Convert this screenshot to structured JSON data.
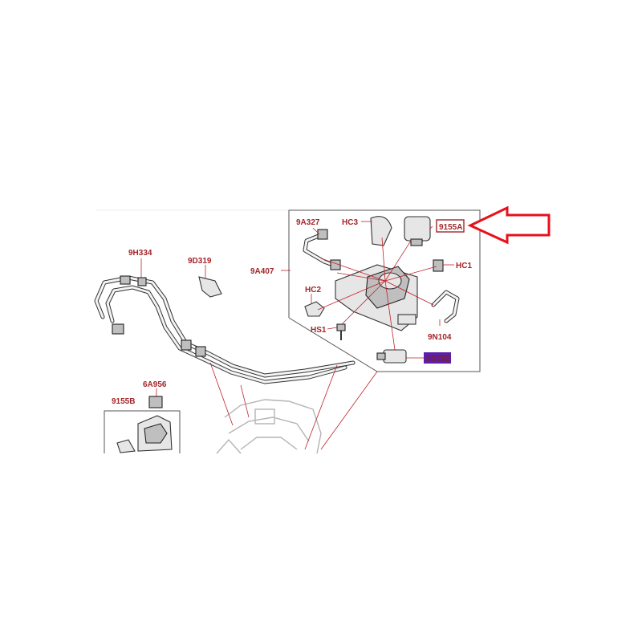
{
  "labels": {
    "p9H334": "9H334",
    "p9D319": "9D319",
    "p9A407": "9A407",
    "p9A327": "9A327",
    "hc3": "HC3",
    "p9155A": "9155A",
    "hc1": "HC1",
    "hc2": "HC2",
    "hs1": "HS1",
    "p9N104": "9N104",
    "highlighted": "9G782",
    "p6A956": "6A956",
    "p9155B": "9155B"
  },
  "colors": {
    "label": "#a3262a",
    "leader": "#c0202a",
    "callout_arrow": "#e8101c",
    "highlight_fill": "#5b1fa8"
  },
  "icons": {
    "callout": "arrow-left-icon"
  }
}
